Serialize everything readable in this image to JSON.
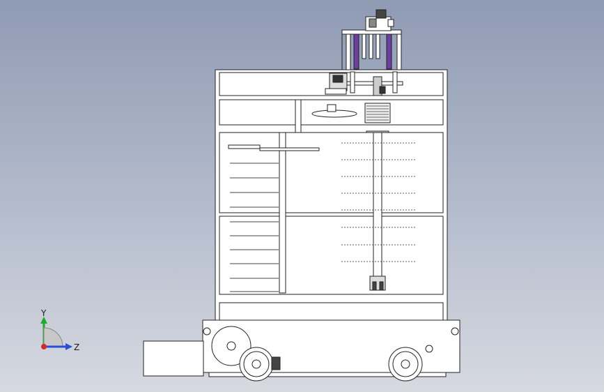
{
  "viewport": {
    "title": "",
    "background_top": "#8f9bb4",
    "background_bottom": "#d6d9e0"
  },
  "model": {
    "name": "",
    "shelf_levels": 5,
    "wheels": 2,
    "outline_color": "#222222",
    "fill_color": "#ffffff",
    "accent_color": "#6a3fa0"
  },
  "triad": {
    "y_label": "Y",
    "z_label": "Z",
    "y_color": "#1faa2b",
    "z_color": "#2a4fd6",
    "x_color": "#d42a2a"
  }
}
